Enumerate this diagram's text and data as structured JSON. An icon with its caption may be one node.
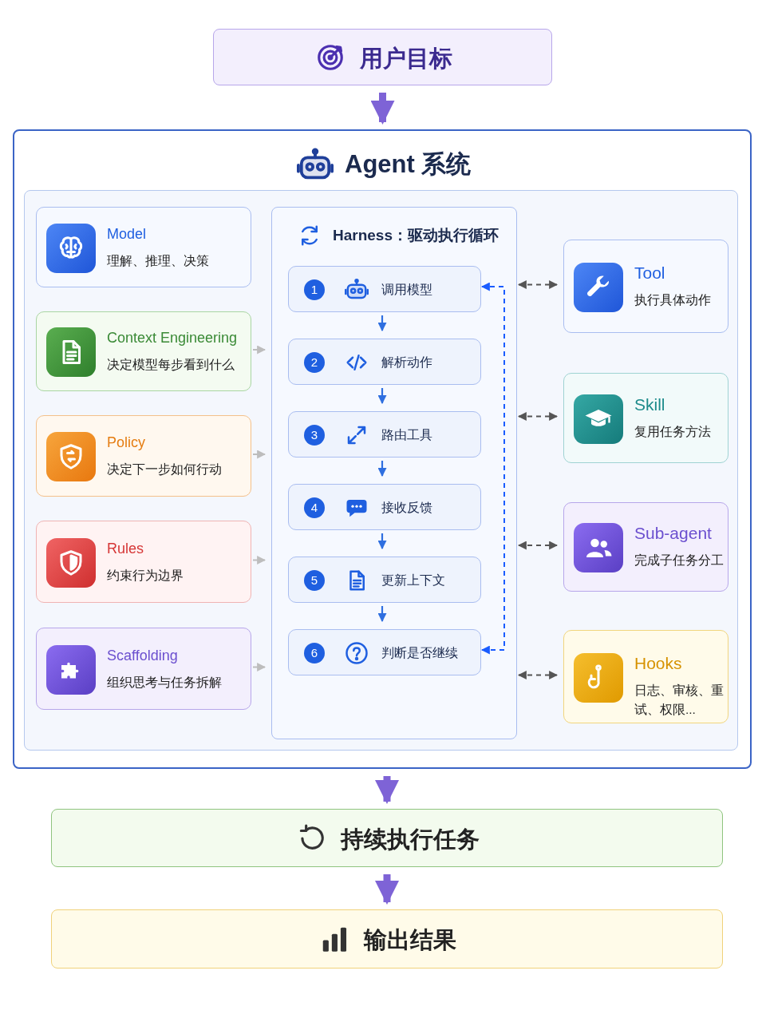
{
  "diagram": {
    "nodes": [
      {
        "text": [
          "用户目标"
        ]
      },
      {
        "text": [
          "Agent 系统"
        ]
      },
      {
        "text": [
          "Model",
          "理解、推理、决策"
        ],
        "in": 1
      },
      {
        "text": [
          "Context Engineering",
          "决定模型每步看到什么"
        ],
        "in": 1
      },
      {
        "text": [
          "Policy",
          "决定下一步如何行动"
        ],
        "in": 1
      },
      {
        "text": [
          "Rules",
          "约束行为边界"
        ],
        "in": 1
      },
      {
        "text": [
          "Scaffolding",
          "组织思考与任务拆解"
        ],
        "in": 1
      },
      {
        "text": [
          "Harness：驱动执行循环"
        ],
        "in": 1
      },
      {
        "text": [
          "1",
          "调用模型"
        ],
        "in": 7
      },
      {
        "text": [
          "2",
          "解析动作"
        ],
        "in": 7
      },
      {
        "text": [
          "3",
          "路由工具"
        ],
        "in": 7
      },
      {
        "text": [
          "4",
          "接收反馈"
        ],
        "in": 7
      },
      {
        "text": [
          "5",
          "更新上下文"
        ],
        "in": 7
      },
      {
        "text": [
          "6",
          "判断是否继续"
        ],
        "in": 7
      },
      {
        "text": [
          "Tool",
          "执行具体动作"
        ],
        "in": 1
      },
      {
        "text": [
          "Skill",
          "复用任务方法"
        ],
        "in": 1
      },
      {
        "text": [
          "Sub-agent",
          "完成子任务分工"
        ],
        "in": 1
      },
      {
        "text": [
          "Hooks",
          "日志、审核、重试、权限..."
        ],
        "in": 1
      },
      {
        "text": [
          "持续执行任务"
        ]
      },
      {
        "text": [
          "输出结果"
        ]
      }
    ],
    "edges": [
      {
        "from": 0,
        "to": 1,
        "arrow": "to",
        "style": "thick",
        "color": "#7e63d6"
      },
      {
        "from": 1,
        "to": 18,
        "arrow": "to",
        "style": "thick",
        "color": "#7e63d6"
      },
      {
        "from": 18,
        "to": 19,
        "arrow": "to",
        "style": "thick",
        "color": "#7e63d6"
      },
      {
        "from": 8,
        "to": 9,
        "arrow": "to"
      },
      {
        "from": 9,
        "to": 10,
        "arrow": "to"
      },
      {
        "from": 10,
        "to": 11,
        "arrow": "to"
      },
      {
        "from": 11,
        "to": 12,
        "arrow": "to"
      },
      {
        "from": 12,
        "to": 13,
        "arrow": "to"
      },
      {
        "from": 13,
        "to": 8,
        "arrow": "both",
        "style": "dashed",
        "color": "#1a5cff"
      },
      {
        "from": 3,
        "to": 7,
        "arrow": "to",
        "style": "dashed",
        "color": "#bdbdbd"
      },
      {
        "from": 4,
        "to": 7,
        "arrow": "to",
        "style": "dashed",
        "color": "#bdbdbd"
      },
      {
        "from": 5,
        "to": 7,
        "arrow": "to",
        "style": "dashed",
        "color": "#bdbdbd"
      },
      {
        "from": 6,
        "to": 7,
        "arrow": "to",
        "style": "dashed",
        "color": "#bdbdbd"
      },
      {
        "from": 7,
        "to": 14,
        "arrow": "both",
        "style": "dashed",
        "color": "#555555"
      },
      {
        "from": 7,
        "to": 15,
        "arrow": "both",
        "style": "dashed",
        "color": "#555555"
      },
      {
        "from": 7,
        "to": 16,
        "arrow": "both",
        "style": "dashed",
        "color": "#555555"
      },
      {
        "from": 7,
        "to": 17,
        "arrow": "both",
        "style": "dashed",
        "color": "#555555"
      }
    ]
  }
}
